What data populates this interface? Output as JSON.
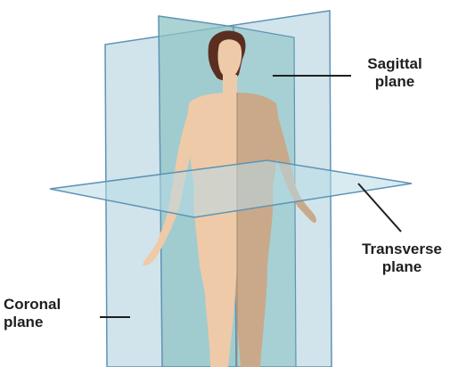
{
  "labels": {
    "sagittal": {
      "line1": "Sagittal",
      "line2": "plane"
    },
    "transverse": {
      "line1": "Transverse",
      "line2": "plane"
    },
    "coronal": {
      "line1": "Coronal",
      "line2": "plane"
    }
  },
  "colors": {
    "background": "#ffffff",
    "coronal_plane_fill": "#c9dfe8",
    "sagittal_plane_fill": "#8fc4c6",
    "transverse_plane_fill": "#b8dae6",
    "plane_edge": "#5e93b5",
    "skin_front": "#efcaa8",
    "skin_shadow": "#c9a98a",
    "hair": "#5a2f22",
    "text": "#1f1f1f",
    "leader_line": "#1f1f1f"
  }
}
